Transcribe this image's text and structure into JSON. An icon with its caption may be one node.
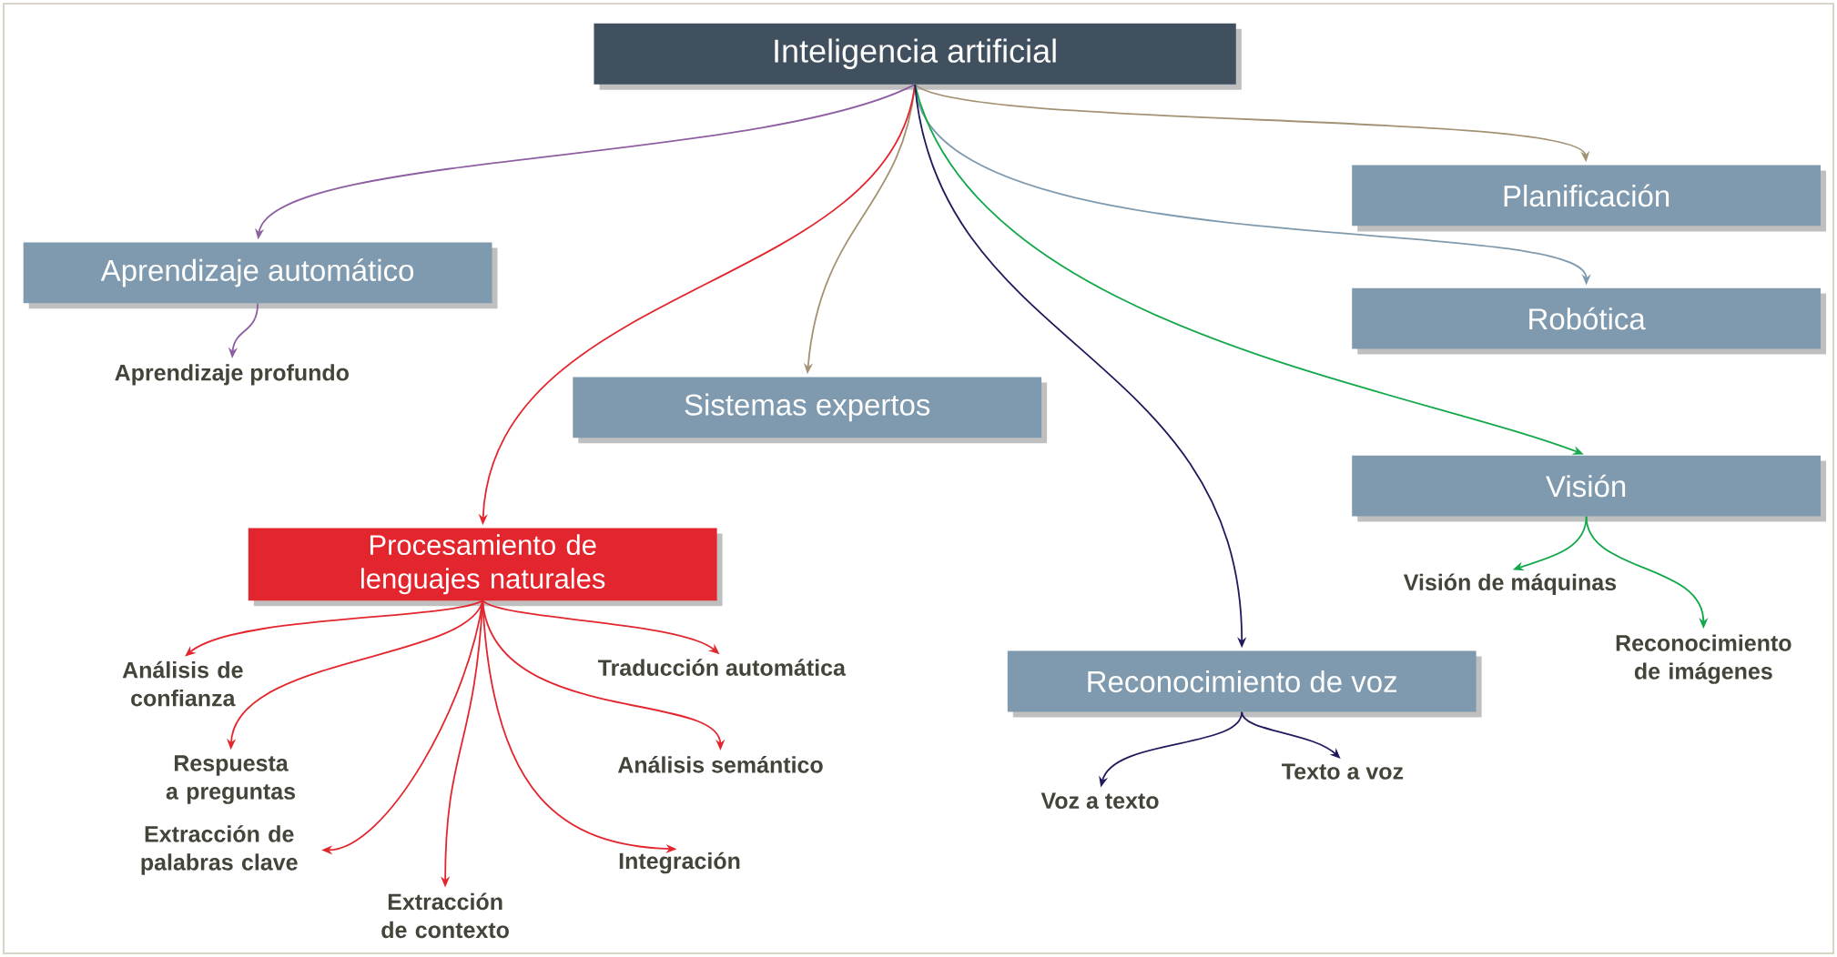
{
  "diagram": {
    "nodes": [
      {
        "text": [
          "Inteligencia artificial"
        ]
      },
      {
        "text": [
          "Planificación"
        ]
      },
      {
        "text": [
          "Aprendizaje automático"
        ]
      },
      {
        "text": [
          "Robótica"
        ]
      },
      {
        "text": [
          "Aprendizaje profundo"
        ]
      },
      {
        "text": [
          "Sistemas expertos"
        ]
      },
      {
        "text": [
          "Visión"
        ]
      },
      {
        "text": [
          "Procesamiento de lenguajes naturales"
        ]
      },
      {
        "text": [
          "Visión de máquinas"
        ]
      },
      {
        "text": [
          "Reconocimiento de imágenes"
        ]
      },
      {
        "text": [
          "Análisis de confianza"
        ]
      },
      {
        "text": [
          "Traducción automática"
        ]
      },
      {
        "text": [
          "Reconocimiento de voz"
        ]
      },
      {
        "text": [
          "Respuesta a preguntas"
        ]
      },
      {
        "text": [
          "Análisis semántico"
        ]
      },
      {
        "text": [
          "Texto a voz"
        ]
      },
      {
        "text": [
          "Voz a texto"
        ]
      },
      {
        "text": [
          "Extracción de palabras clave"
        ]
      },
      {
        "text": [
          "Integración"
        ]
      },
      {
        "text": [
          "Extracción de contexto"
        ]
      }
    ],
    "edges": [
      {
        "from": 0,
        "to": 2,
        "arrow": "to",
        "color": "#8e5ea2"
      },
      {
        "from": 2,
        "to": 4,
        "arrow": "to",
        "color": "#8e5ea2"
      },
      {
        "from": 0,
        "to": 5,
        "arrow": "to",
        "color": "#a39274"
      },
      {
        "from": 0,
        "to": 7,
        "arrow": "to"
      },
      {
        "from": 0,
        "to": 1,
        "arrow": "to",
        "color": "#a39274"
      },
      {
        "from": 0,
        "to": 3,
        "arrow": "to",
        "color": "#7f9aae"
      },
      {
        "from": 0,
        "to": 6,
        "arrow": "to",
        "color": "#12a84a"
      },
      {
        "from": 0,
        "to": 12,
        "arrow": "to",
        "color": "#1f1a5c"
      },
      {
        "from": 6,
        "to": 8,
        "arrow": "to",
        "color": "#12a84a"
      },
      {
        "from": 6,
        "to": 9,
        "arrow": "to",
        "color": "#12a84a"
      },
      {
        "from": 7,
        "to": 10,
        "arrow": "to"
      },
      {
        "from": 7,
        "to": 11,
        "arrow": "to"
      },
      {
        "from": 7,
        "to": 13,
        "arrow": "to"
      },
      {
        "from": 7,
        "to": 14,
        "arrow": "to"
      },
      {
        "from": 7,
        "to": 17,
        "arrow": "to"
      },
      {
        "from": 7,
        "to": 19,
        "arrow": "to"
      },
      {
        "from": 7,
        "to": 18,
        "arrow": "to"
      },
      {
        "from": 12,
        "to": 16,
        "arrow": "to",
        "color": "#1f1a5c"
      },
      {
        "from": 12,
        "to": 15,
        "arrow": "to",
        "color": "#1f1a5c"
      }
    ]
  }
}
